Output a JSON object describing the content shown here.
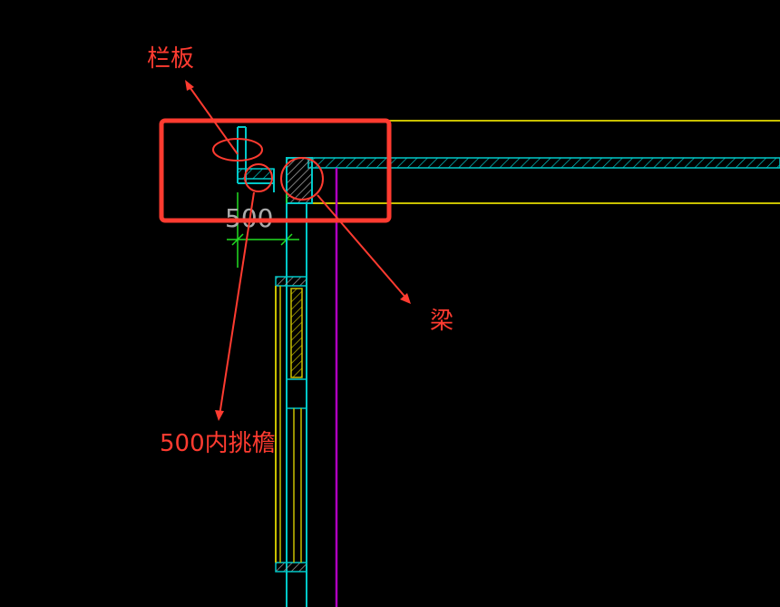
{
  "annotations": {
    "parapet": "栏板",
    "beam": "梁",
    "eave": "500内挑檐"
  },
  "dimension": {
    "value": "500"
  },
  "colors": {
    "background": "#000000",
    "annotation_red": "#ff3b30",
    "cad_yellow": "#c8c000",
    "cad_cyan": "#00c8c8",
    "cad_green": "#22dd22",
    "cad_magenta": "#b000c0",
    "cad_gray": "#aaaaaa"
  }
}
